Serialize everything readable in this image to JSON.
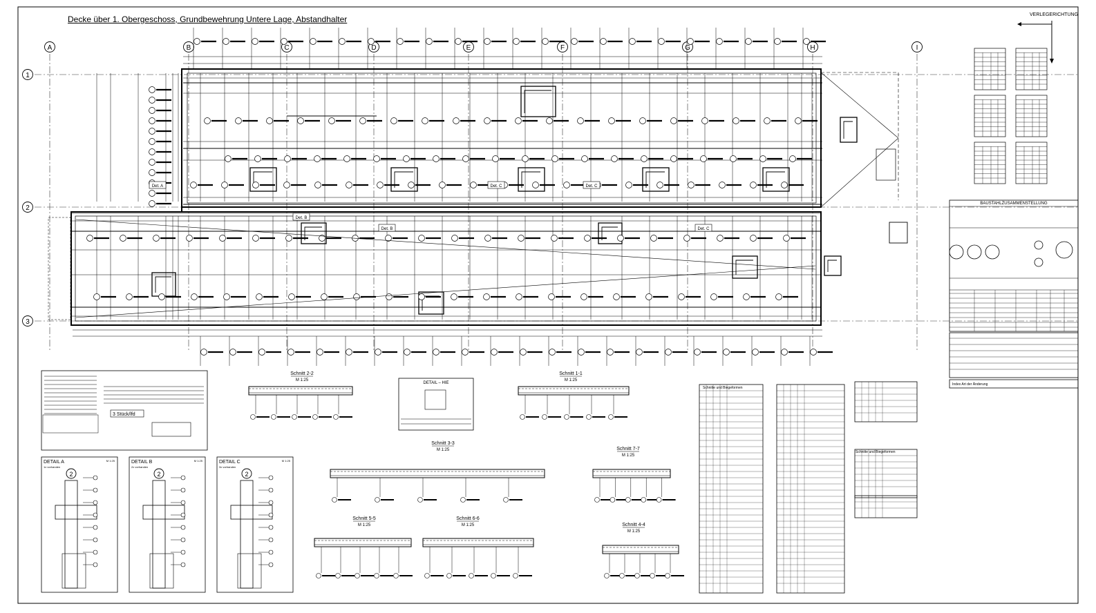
{
  "drawing_title": "Decke über 1. Obergeschoss, Grundbewehrung Untere Lage, Abstandhalter",
  "verlegerichtung": "VERLEGERICHTUNG",
  "axes_top": [
    "A",
    "B",
    "C",
    "D",
    "E",
    "F",
    "G",
    "H",
    "I"
  ],
  "axes_left": [
    "1",
    "2",
    "3"
  ],
  "detail_refs": [
    "Det. A",
    "Det. B",
    "Det. B",
    "Det. C",
    "Det. C",
    "Det. C"
  ],
  "sections": [
    {
      "title": "Schnitt 2-2",
      "scale": "M 1:25"
    },
    {
      "title": "Schnitt 1-1",
      "scale": "M 1:25"
    },
    {
      "title": "Schnitt 3-3",
      "scale": "M 1:25"
    },
    {
      "title": "Schnitt 7-7",
      "scale": "M 1:25"
    },
    {
      "title": "Schnitt 5-5",
      "scale": "M 1:25"
    },
    {
      "title": "Schnitt 6-6",
      "scale": "M 1:25"
    },
    {
      "title": "Schnitt 4-4",
      "scale": "M 1:25"
    }
  ],
  "details": [
    {
      "title": "DETAIL A",
      "scale": "M 1:25",
      "note": "1x vorhanden",
      "axis": "2"
    },
    {
      "title": "DETAIL B",
      "scale": "M 1:25",
      "note": "2x vorhanden",
      "axis": "2"
    },
    {
      "title": "DETAIL C",
      "scale": "M 1:25",
      "note": "3x vorhanden",
      "axis": "2"
    }
  ],
  "legend_label": "3 Stück/lfd",
  "detail_box_title": "DETAIL – HIE",
  "stahlliste_title": "BAUSTAHLZUSAMMENSTELLUNG",
  "ueberh_label": "Schnitte und Biegeformen",
  "titleblock_footer": "Index  Art der Änderung"
}
